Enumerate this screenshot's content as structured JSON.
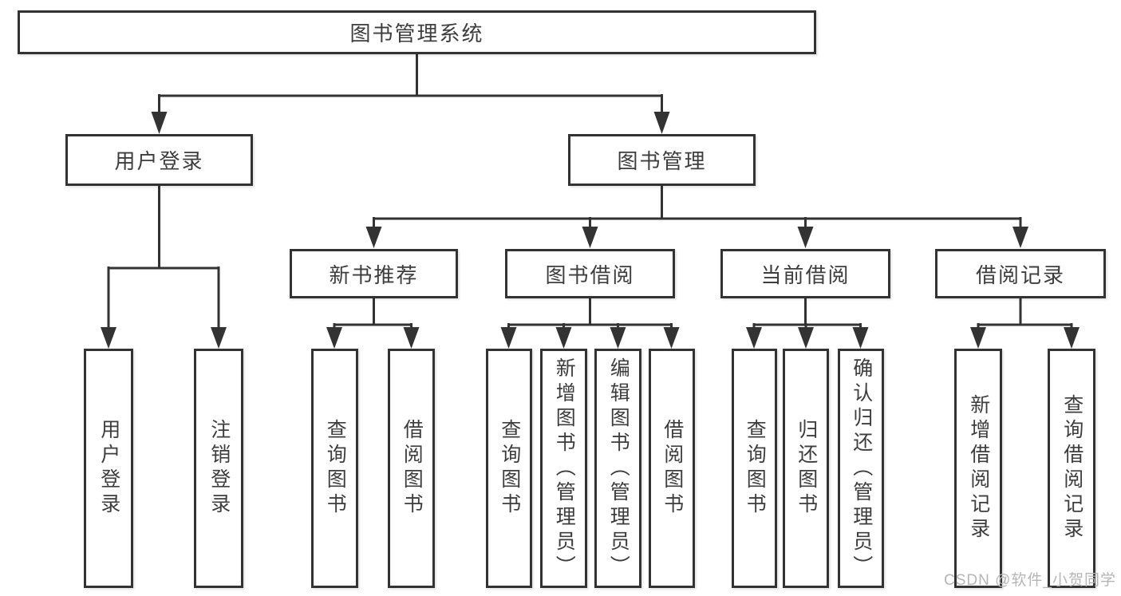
{
  "diagram": {
    "watermark": "CSDN @软件_小贺同学",
    "colors": {
      "line": "#333333",
      "box_border": "#333333",
      "box_fill": "#ffffff",
      "text": "#3d3d3d",
      "background": "#ffffff",
      "watermark": "#b5b5b5"
    },
    "tree": {
      "root": {
        "label": "图书管理系统"
      },
      "branches": [
        {
          "label": "用户登录",
          "leaves": [
            {
              "label": "用户登录"
            },
            {
              "label": "注销登录"
            }
          ]
        },
        {
          "label": "图书管理",
          "groups": [
            {
              "label": "新书推荐",
              "leaves": [
                {
                  "label": "查询图书"
                },
                {
                  "label": "借阅图书"
                }
              ]
            },
            {
              "label": "图书借阅",
              "leaves": [
                {
                  "label": "查询图书"
                },
                {
                  "label": "新增图书（管理员）"
                },
                {
                  "label": "编辑图书（管理员）"
                },
                {
                  "label": "借阅图书"
                }
              ]
            },
            {
              "label": "当前借阅",
              "leaves": [
                {
                  "label": "查询图书"
                },
                {
                  "label": "归还图书"
                },
                {
                  "label": "确认归还（管理员）"
                }
              ]
            },
            {
              "label": "借阅记录",
              "leaves": [
                {
                  "label": "新增借阅记录"
                },
                {
                  "label": "查询借阅记录"
                }
              ]
            }
          ]
        }
      ]
    }
  }
}
